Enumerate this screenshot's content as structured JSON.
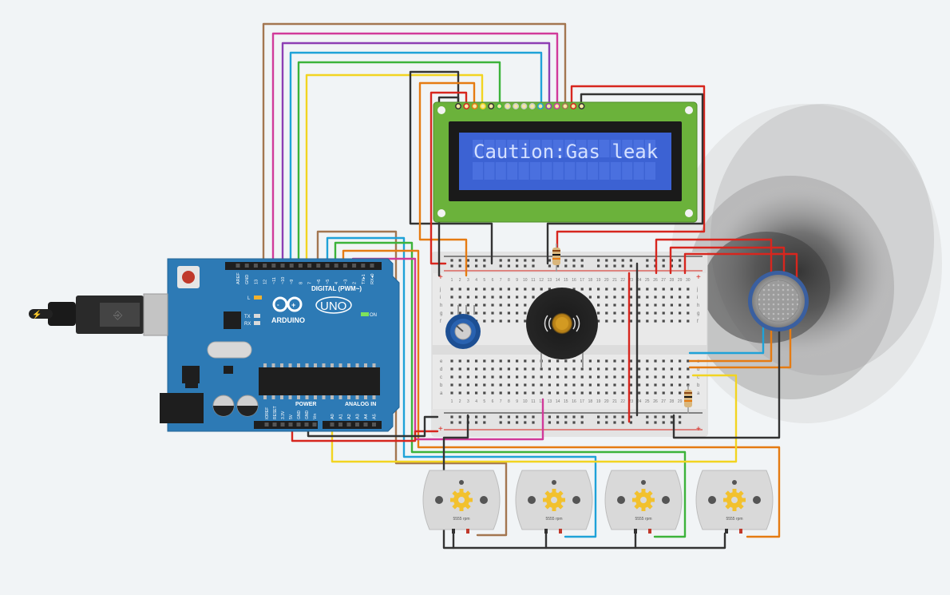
{
  "lcd": {
    "line1": "Caution:Gas leak",
    "line2": ""
  },
  "arduino": {
    "brand": "ARDUINO",
    "model": "UNO",
    "digital_header": "DIGITAL (PWM~)",
    "analog_header": "ANALOG IN",
    "power_header": "POWER",
    "on_label": "ON",
    "l_label": "L",
    "tx_label": "TX",
    "rx_label": "RX",
    "digital_pins": [
      "AREF",
      "GND",
      "13",
      "12",
      "~11",
      "~10",
      "~9",
      "8",
      "7",
      "~6",
      "~5",
      "4",
      "~3",
      "2",
      "TX▸1",
      "RX◂0"
    ],
    "power_pins": [
      "IOREF",
      "RESET",
      "3.3V",
      "5V",
      "GND",
      "GND",
      "Vin"
    ],
    "analog_pins": [
      "A0",
      "A1",
      "A2",
      "A3",
      "A4",
      "A5"
    ]
  },
  "motors": [
    {
      "rpm_label": "5555 rpm"
    },
    {
      "rpm_label": "5555 rpm"
    },
    {
      "rpm_label": "5555 rpm"
    },
    {
      "rpm_label": "5555 rpm"
    }
  ],
  "breadboard": {
    "row_letters_top": [
      "j",
      "i",
      "h",
      "g",
      "f"
    ],
    "row_letters_bottom": [
      "e",
      "d",
      "c",
      "b",
      "a"
    ],
    "column_numbers": [
      "1",
      "2",
      "3",
      "4",
      "5",
      "6",
      "7",
      "8",
      "9",
      "10",
      "11",
      "12",
      "13",
      "14",
      "15",
      "16",
      "17",
      "18",
      "19",
      "20",
      "21",
      "22",
      "23",
      "24",
      "25",
      "26",
      "27",
      "28",
      "29",
      "30"
    ]
  },
  "colors": {
    "background": "#f1f4f6",
    "arduino_board": "#2d7ab5",
    "lcd_pcb": "#6bb23b",
    "lcd_screen": "#3c62d3",
    "wire_red": "#d7261e",
    "wire_black": "#333333",
    "wire_orange": "#e57b12",
    "wire_yellow": "#f2d421",
    "wire_green": "#3cb33a",
    "wire_blue": "#1fa2d8",
    "wire_purple": "#8d3fb4",
    "wire_magenta": "#d13a9a",
    "wire_brown": "#a37650"
  }
}
